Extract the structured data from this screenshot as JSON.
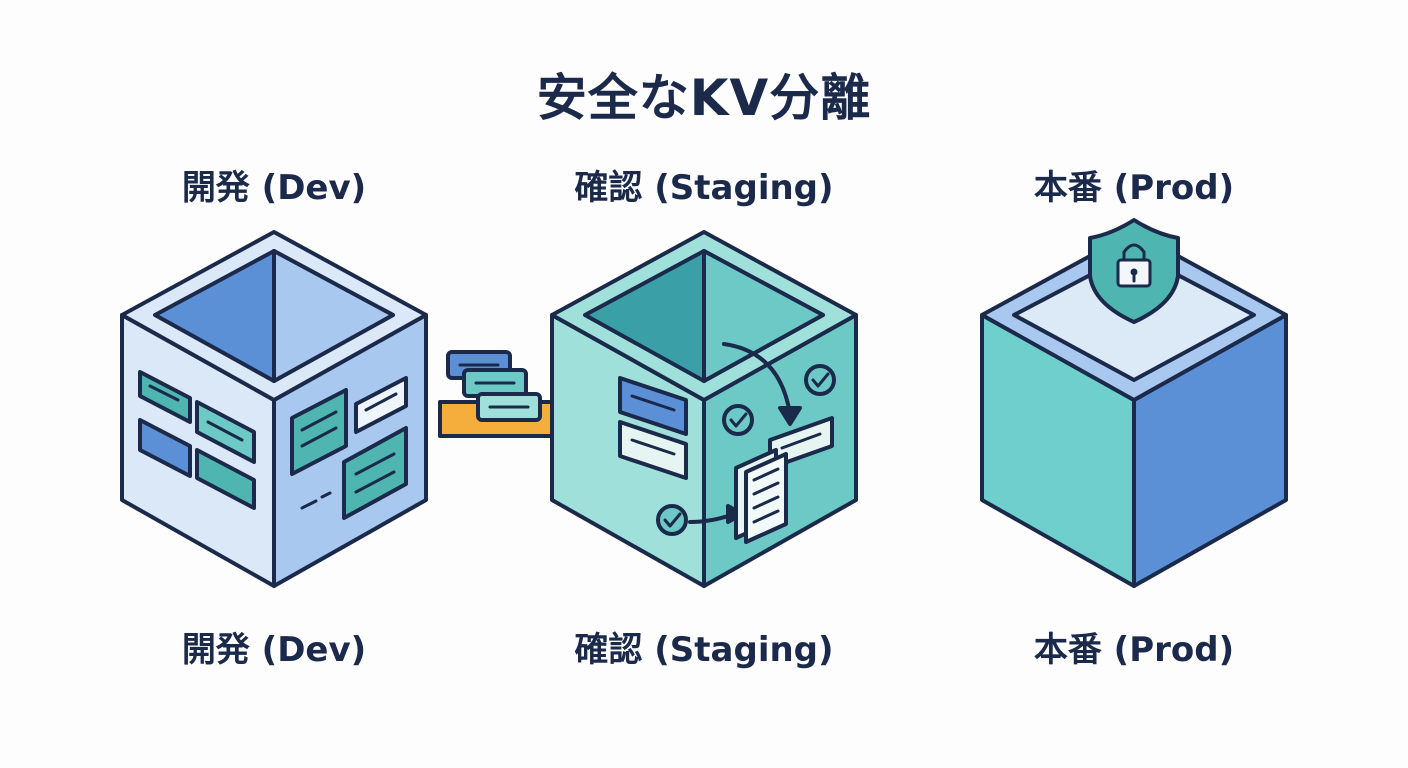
{
  "title": "安全なKV分離",
  "environments": [
    {
      "label_top": "開発 (Dev)",
      "label_bottom": "開発 (Dev)",
      "icon": "open-box-with-config-cards"
    },
    {
      "label_top": "確認 (Staging)",
      "label_bottom": "確認 (Staging)",
      "icon": "open-box-with-checks"
    },
    {
      "label_top": "本番 (Prod)",
      "label_bottom": "本番 (Prod)",
      "icon": "sealed-box-with-shield-lock"
    }
  ],
  "colors": {
    "outline": "#1b2a4a",
    "dev_light": "#dbe8f7",
    "dev_mid": "#a9c8ef",
    "dev_dark": "#5b8fd6",
    "staging_light": "#9fe0da",
    "staging_mid": "#6cc9c6",
    "staging_dark": "#3a9fa6",
    "prod_front": "#6ecfcc",
    "prod_side": "#5b8fd6",
    "prod_top": "#dce9f6",
    "arrow": "#f5ad3c",
    "card_teal": "#4fb5b0",
    "card_blue": "#5b8fd6"
  }
}
